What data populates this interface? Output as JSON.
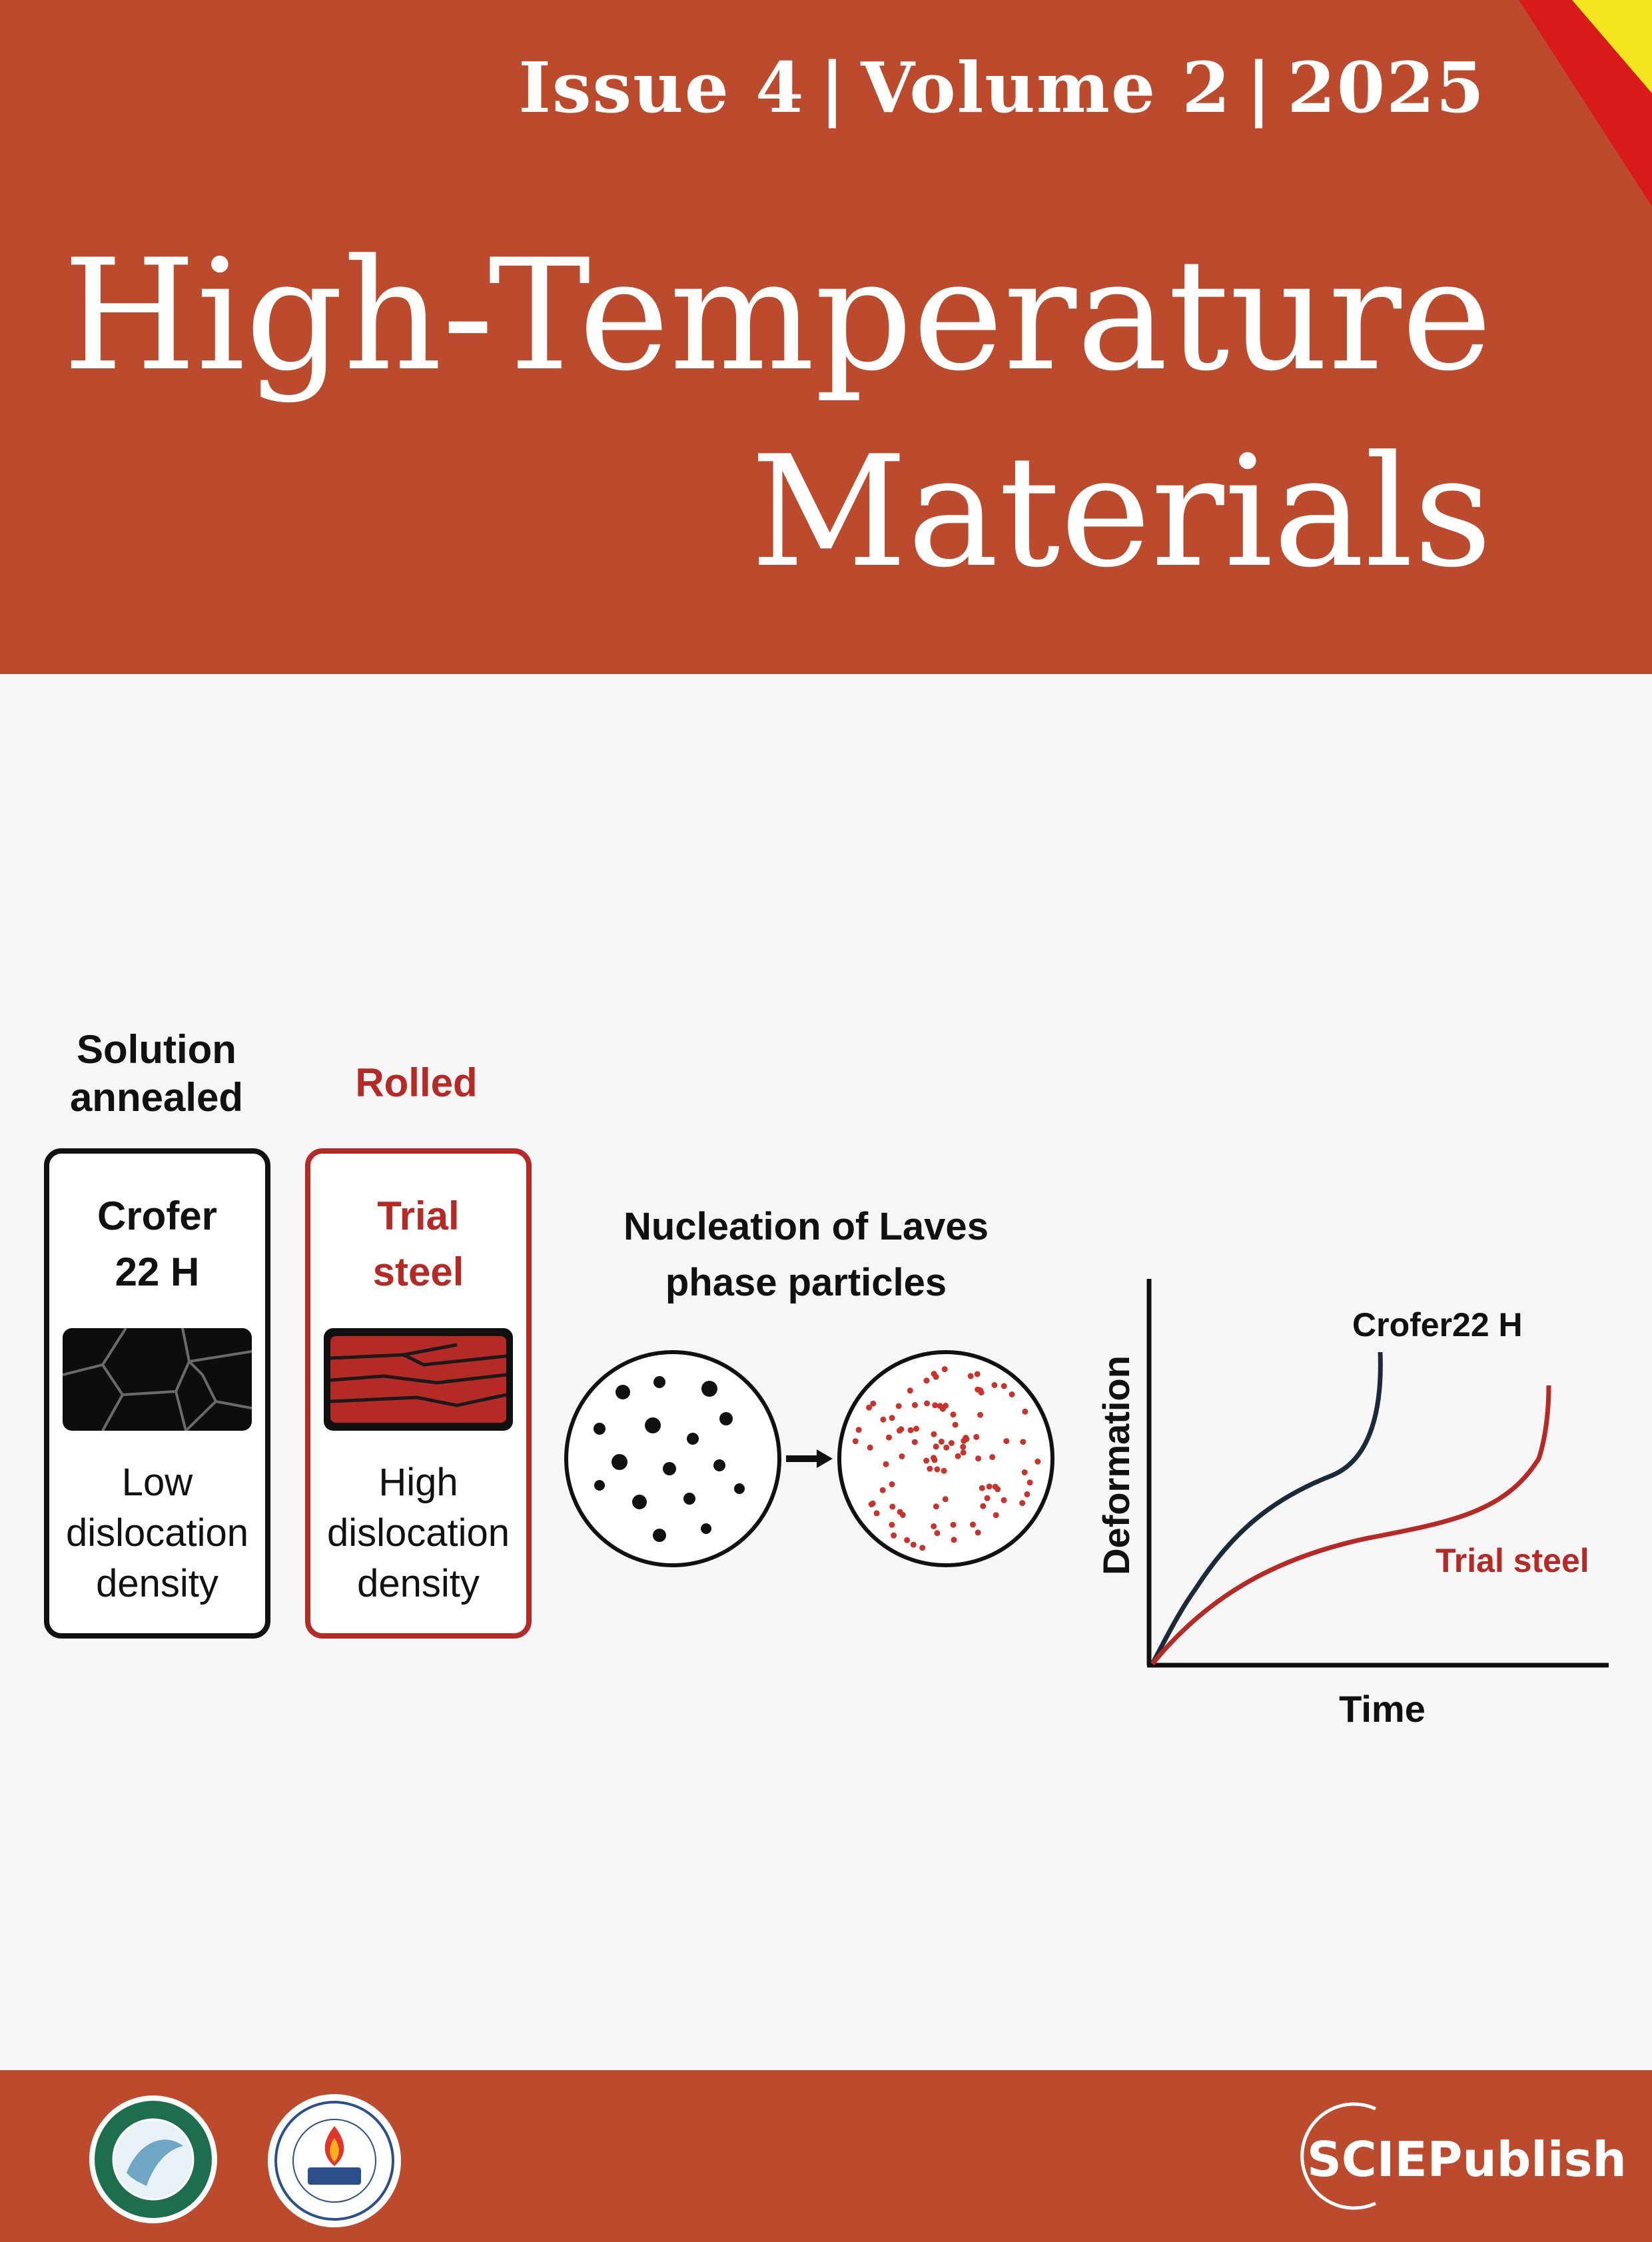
{
  "header": {
    "issue": "Issue 4",
    "volume": "Volume 2",
    "year": "2025",
    "separator": "|",
    "title_line1": "High-Temperature",
    "title_line2": "Materials"
  },
  "graphical_abstract": {
    "left_group": {
      "heading_line1": "Solution",
      "heading_line2": "annealed",
      "material_line1": "Crofer",
      "material_line2": "22 H",
      "desc_line1": "Low",
      "desc_line2": "dislocation",
      "desc_line3": "density"
    },
    "right_group": {
      "heading": "Rolled",
      "material_line1": "Trial",
      "material_line2": "steel",
      "desc_line1": "High",
      "desc_line2": "dislocation",
      "desc_line3": "density"
    },
    "nucleation": {
      "line1": "Nucleation of Laves",
      "line2": "phase particles"
    },
    "plot": {
      "xlabel": "Time",
      "ylabel": "Deformation",
      "series": [
        {
          "name": "Crofer22 H",
          "color": "#1b2a38"
        },
        {
          "name": "Trial steel",
          "color": "#b62a25"
        }
      ]
    }
  },
  "footer": {
    "publisher": "SCIEPublish",
    "logo1_icon": "university-seal-icon",
    "logo2_icon": "skl-laboratory-seal-icon"
  },
  "colors": {
    "brand": "#bc4b2e",
    "accent_red": "#b62a25",
    "corner_yellow": "#f3e61e",
    "corner_red": "#d81a1a"
  }
}
